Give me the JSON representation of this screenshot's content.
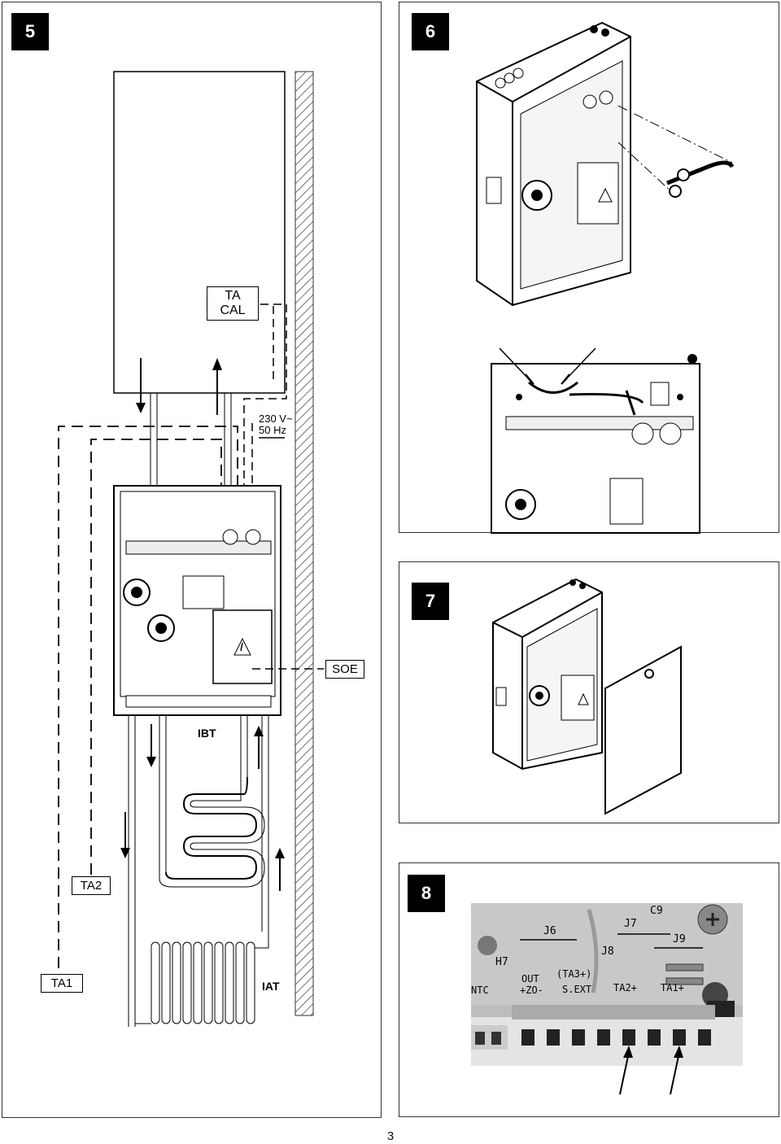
{
  "figures": {
    "fig5": {
      "number": "5"
    },
    "fig6": {
      "number": "6"
    },
    "fig7": {
      "number": "7"
    },
    "fig8": {
      "number": "8"
    }
  },
  "labels": {
    "ta_cal_line1": "TA",
    "ta_cal_line2": "CAL",
    "power_line1": "230 V~",
    "power_line2": "50 Hz",
    "soe": "SOE",
    "ibt": "IBT",
    "ta2": "TA2",
    "ta1": "TA1",
    "iat": "IAT"
  },
  "board_labels": {
    "j6": "J6",
    "j7": "J7",
    "c9": "C9",
    "j9": "J9",
    "j8": "J8",
    "h7": "H7",
    "out": "OUT",
    "ta3": "(TA3+)",
    "ntc": "NTC",
    "zo": "+ZO-",
    "sext": "S.EXT",
    "ta2p": "TA2+",
    "ta1p": "TA1+"
  },
  "footer": {
    "page_number": "3"
  }
}
